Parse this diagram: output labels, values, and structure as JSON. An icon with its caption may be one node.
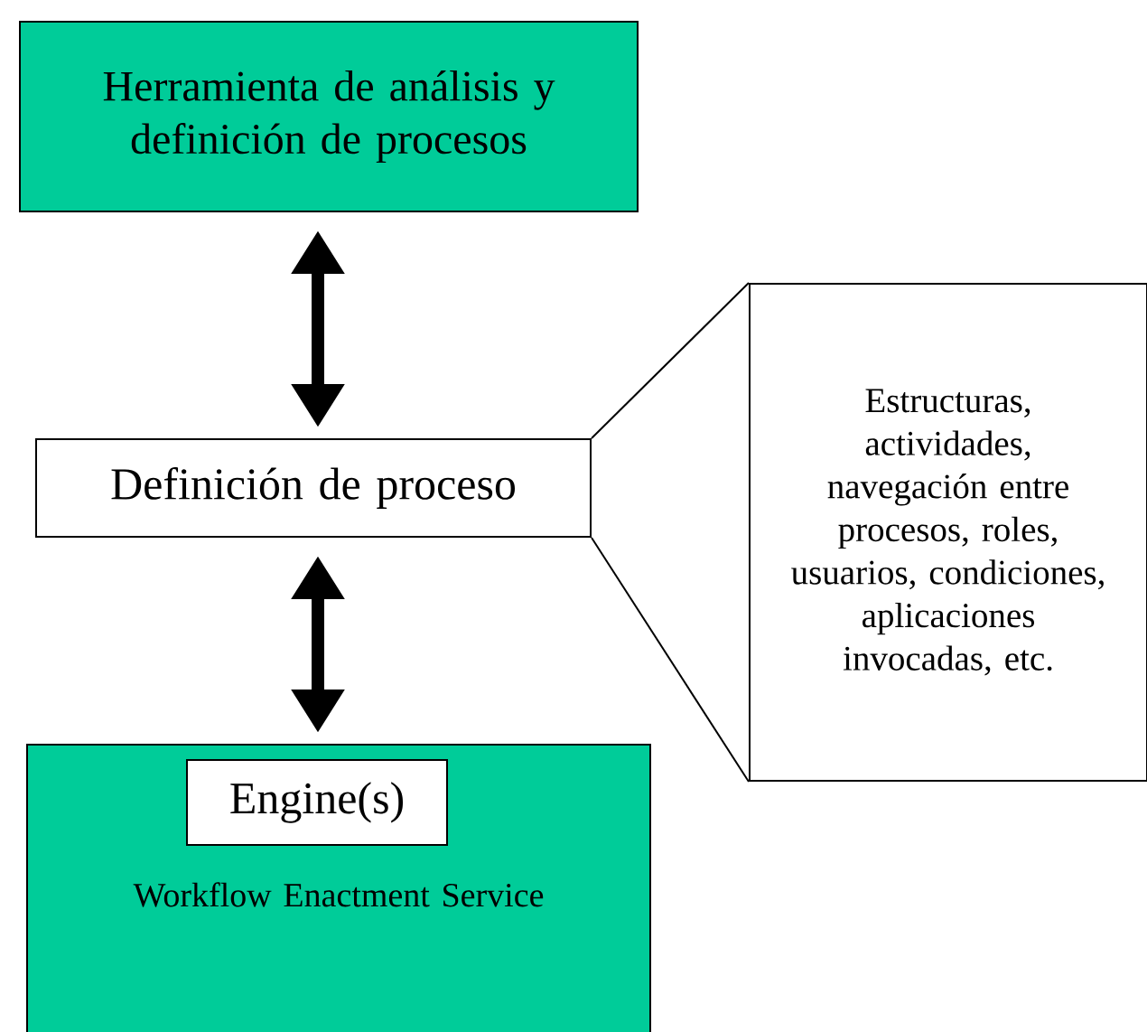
{
  "diagram": {
    "nodes": [
      {
        "text": [
          "Herramienta de análisis y definición de procesos"
        ]
      },
      {
        "text": [
          "Definición de proceso"
        ]
      },
      {
        "text": [
          "Workflow Enactment Service"
        ]
      },
      {
        "text": [
          "Engine(s)"
        ],
        "in": 2
      },
      {
        "text": [
          "Estructuras, actividades, navegación entre procesos, roles, usuarios, condiciones, aplicaciones invocadas, etc."
        ]
      }
    ],
    "edges": [
      {
        "from": 0,
        "to": 1,
        "arrow": "both",
        "style": "thick"
      },
      {
        "from": 1,
        "to": 2,
        "arrow": "both",
        "style": "thick"
      },
      {
        "from": 1,
        "to": 4,
        "arrow": "none"
      },
      {
        "from": 1,
        "to": 4,
        "arrow": "none"
      }
    ]
  }
}
